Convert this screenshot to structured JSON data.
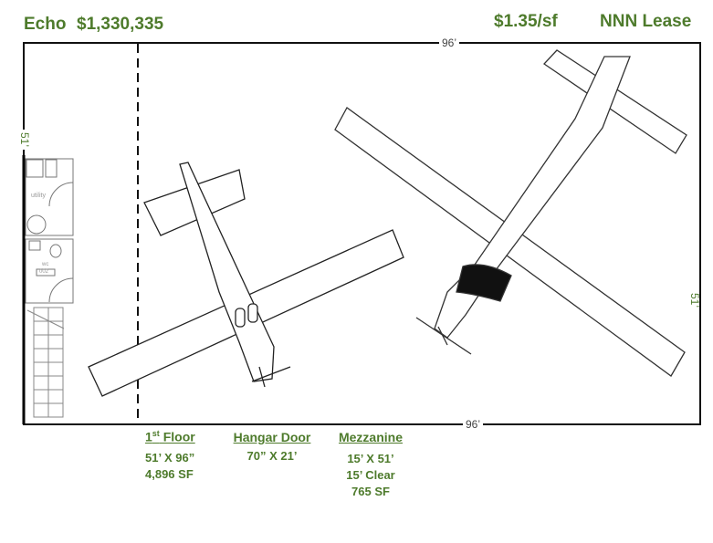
{
  "header": {
    "property_name": "Echo",
    "price": "$1,330,335",
    "rate": "$1.35/sf",
    "lease_type": "NNN Lease"
  },
  "dimensions": {
    "top": "96’",
    "bottom": "96’",
    "left": "51’",
    "right": "51’"
  },
  "rooms": {
    "utility": "utility",
    "wc": "wc",
    "wc_number": "002"
  },
  "specs": [
    {
      "heading_main": "1",
      "heading_sup": "st",
      "heading_rest": " Floor",
      "lines": [
        "51’ X 96”",
        "4,896 SF"
      ]
    },
    {
      "heading": "Hangar Door",
      "lines": [
        "70” X 21’"
      ]
    },
    {
      "heading": "Mezzanine",
      "lines": [
        "15’ X 51’",
        "15’ Clear",
        "765 SF"
      ]
    }
  ],
  "colors": {
    "accent": "#4e7b2c"
  }
}
